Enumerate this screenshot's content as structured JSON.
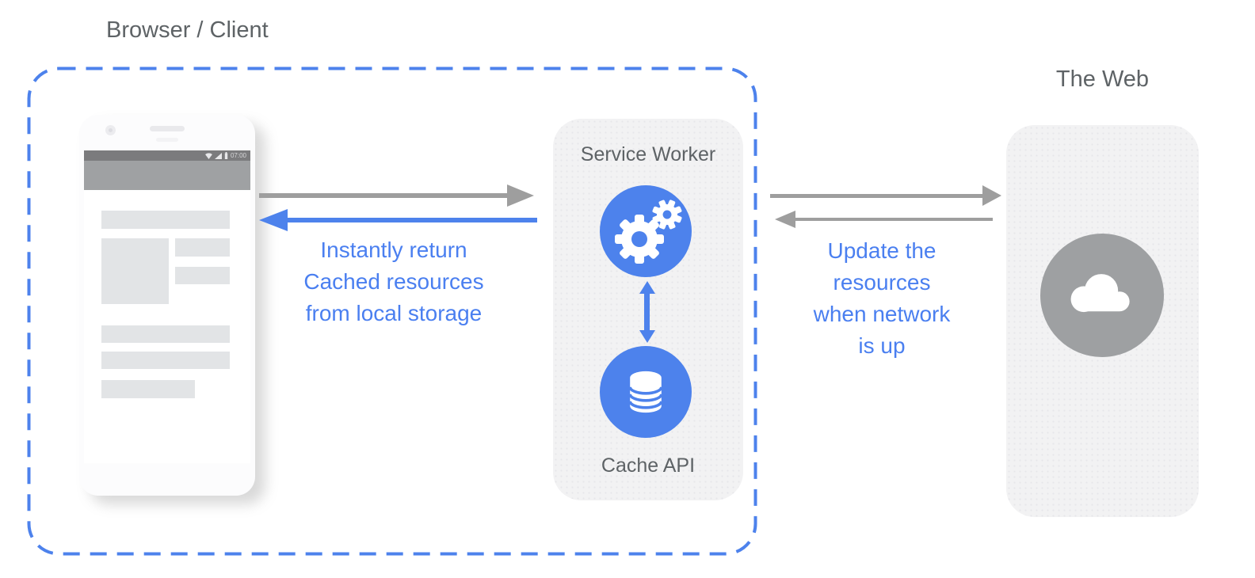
{
  "colors": {
    "accent_blue": "#4d82ec",
    "note_blue": "#4a7ff0",
    "arrow_gray": "#9e9e9e",
    "label_gray": "#5e6366",
    "panel_gray": "#f2f2f3"
  },
  "client": {
    "title": "Browser / Client"
  },
  "phone": {
    "status": {
      "time": "07:00"
    },
    "nav": {
      "back_glyph": "◁",
      "home_glyph": "○",
      "recents_glyph": "□"
    }
  },
  "left_note": {
    "lines": [
      "Instantly return",
      "Cached resources",
      "from local storage"
    ]
  },
  "service_worker": {
    "title": "Service Worker",
    "cache_label": "Cache API"
  },
  "right_note": {
    "lines": [
      "Update the",
      "resources",
      "when network",
      "is up"
    ]
  },
  "web": {
    "title": "The Web"
  },
  "icons": {
    "gears": "service-worker gears",
    "database": "cache database cylinder",
    "cloud": "web cloud",
    "wifi": "wifi signal",
    "cell": "cellular signal",
    "battery": "battery"
  }
}
